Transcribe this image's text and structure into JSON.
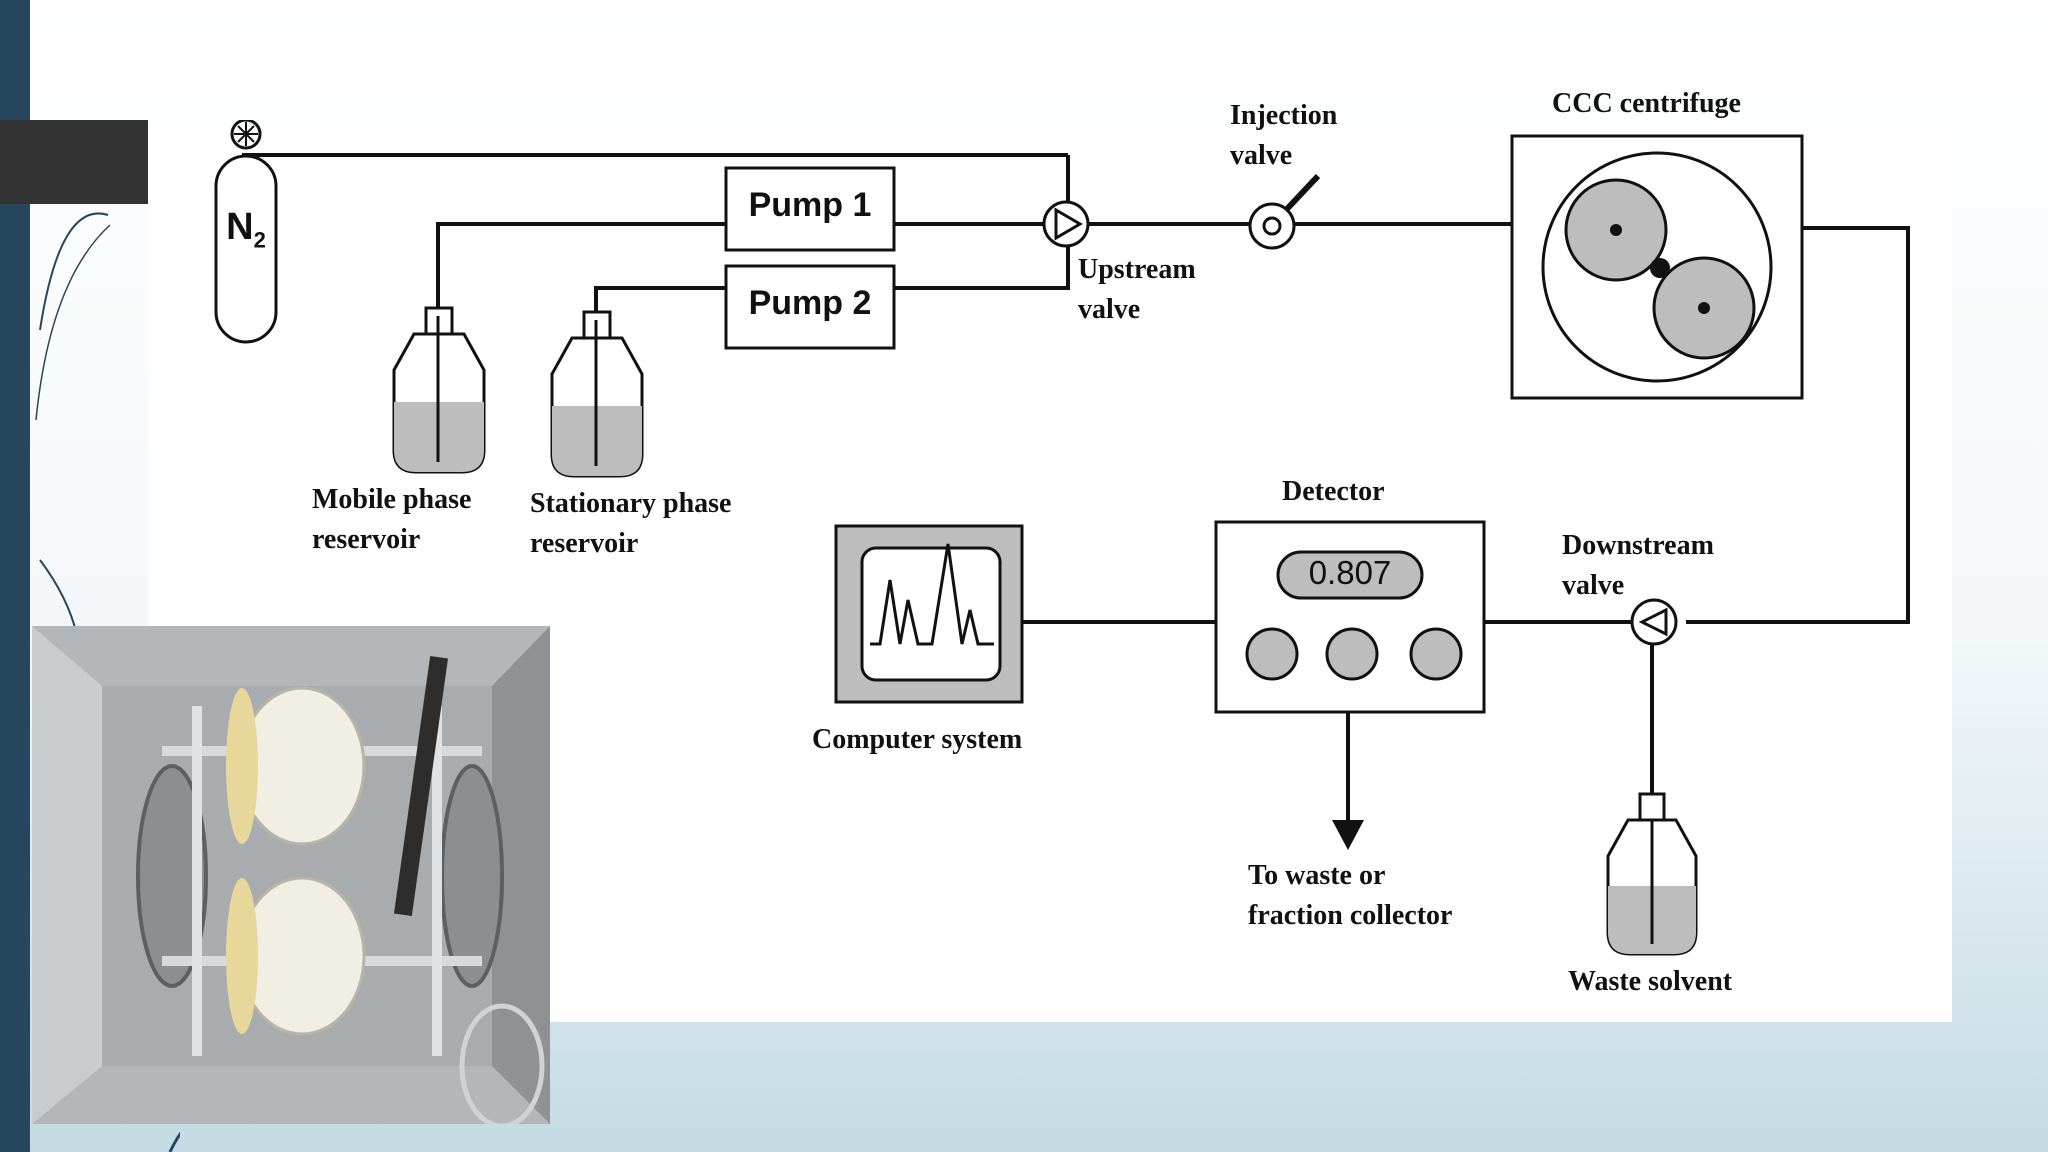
{
  "diagram": {
    "gas": {
      "symbol": "N",
      "subscript": "2"
    },
    "pumps": [
      "Pump 1",
      "Pump 2"
    ],
    "labels": {
      "injection_valve": "Injection\nvalve",
      "centrifuge": "CCC centrifuge",
      "upstream_valve": "Upstream\nvalve",
      "mobile_phase": "Mobile phase\nreservoir",
      "stationary_phase": "Stationary phase\nreservoir",
      "detector": "Detector",
      "downstream_valve": "Downstream\nvalve",
      "computer": "Computer system",
      "to_waste": "To waste or\nfraction collector",
      "waste_solvent": "Waste solvent"
    },
    "detector_readout": "0.807"
  },
  "colors": {
    "sidebar": "#27475e",
    "title_block": "#333333",
    "liquid": "#bdbdbd",
    "line": "#111111"
  }
}
